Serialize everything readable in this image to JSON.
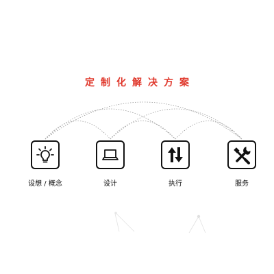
{
  "title": "定制化解决方案",
  "steps": [
    {
      "label": "设想 / 概念",
      "icon": "lightbulb-icon"
    },
    {
      "label": "设计",
      "icon": "laptop-icon"
    },
    {
      "label": "执行",
      "icon": "up-down-arrows-icon"
    },
    {
      "label": "服务",
      "icon": "wrench-screwdriver-icon"
    }
  ],
  "colors": {
    "accent": "#e03a2e",
    "icon": "#111111",
    "arc": "#9a9a9a"
  }
}
